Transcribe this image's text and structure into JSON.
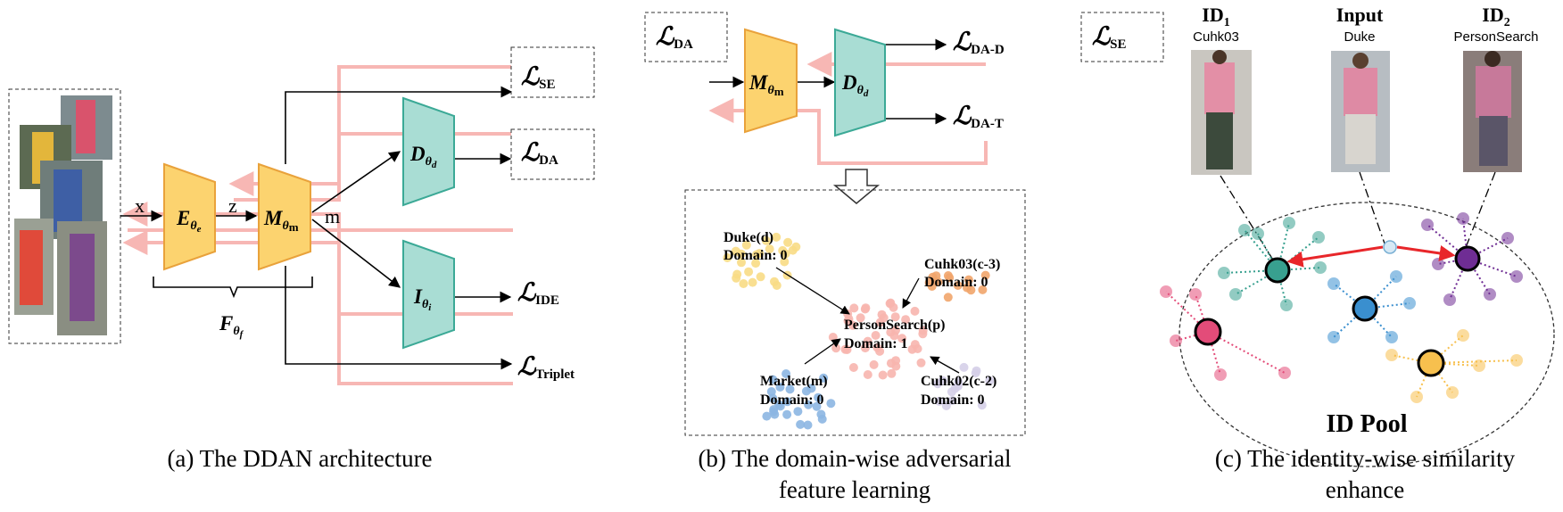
{
  "colors": {
    "encoder": "#fcd36f",
    "encoder_stroke": "#e9a23b",
    "discriminator": "#a9ddd4",
    "discriminator_stroke": "#3ba996",
    "gradient": "#f7b7b4",
    "duke": "#f8dc85",
    "cuhk03": "#f1a56b",
    "personsearch": "#f7b5ae",
    "market": "#8cb6e2",
    "cuhk02": "#d5cfe8",
    "pool_teal": "#38a08f",
    "pool_purple": "#6f2d94",
    "pool_blue": "#3a8fcf",
    "pool_pink": "#e34c79",
    "pool_yellow": "#f7c04e"
  },
  "panel_a": {
    "caption": "(a) The DDAN architecture",
    "encoder": {
      "symbol": "E",
      "sub": "θ",
      "subsub": "e"
    },
    "mapper": {
      "symbol": "M",
      "sub": "θ",
      "subsub": "m"
    },
    "domain_disc": {
      "symbol": "D",
      "sub": "θ",
      "subsub": "d"
    },
    "id_classifier": {
      "symbol": "I",
      "sub": "θ",
      "subsub": "i"
    },
    "feature_extractor": {
      "symbol": "F",
      "sub": "θ",
      "subsub": "f"
    },
    "var_x": "x",
    "var_z": "z",
    "var_m": "m",
    "losses": [
      {
        "key": "se",
        "sub": "SE"
      },
      {
        "key": "da",
        "sub": "DA"
      },
      {
        "key": "ide",
        "sub": "IDE"
      },
      {
        "key": "triplet",
        "sub": "Triplet"
      }
    ],
    "loss_symbol": "ℒ"
  },
  "panel_b": {
    "caption_line1": "(b) The domain-wise adversarial",
    "caption_line2": "feature learning",
    "loss_da": "DA",
    "loss_da_d": "DA-D",
    "loss_da_t": "DA-T",
    "mapper": {
      "symbol": "M",
      "sub": "θ",
      "subsub": "m"
    },
    "disc": {
      "symbol": "D",
      "sub": "θ",
      "subsub": "d"
    },
    "domains": [
      {
        "name": "Duke(d)",
        "domain": "Domain:  0",
        "color_key": "duke"
      },
      {
        "name": "Cuhk03(c-3)",
        "domain": "Domain:  0",
        "color_key": "cuhk03"
      },
      {
        "name": "PersonSearch(p)",
        "domain": "Domain:  1",
        "color_key": "personsearch"
      },
      {
        "name": "Market(m)",
        "domain": "Domain:  0",
        "color_key": "market"
      },
      {
        "name": "Cuhk02(c-2)",
        "domain": "Domain:  0",
        "color_key": "cuhk02"
      }
    ]
  },
  "panel_c": {
    "caption_line1": "(c) The identity-wise similarity",
    "caption_line2": "enhance",
    "loss_se": "SE",
    "ids": [
      {
        "head": "ID",
        "sub": "1",
        "source": "Cuhk03"
      },
      {
        "head": "Input",
        "sub": "",
        "source": "Duke"
      },
      {
        "head": "ID",
        "sub": "2",
        "source": "PersonSearch"
      }
    ],
    "pool_label": "ID Pool"
  }
}
